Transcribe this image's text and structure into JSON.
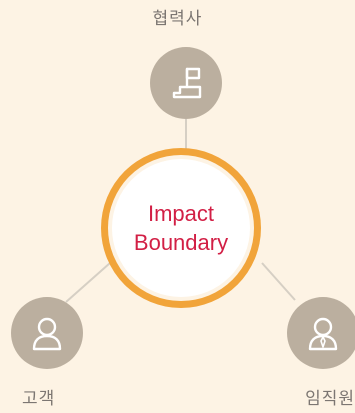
{
  "center": {
    "line1": "Impact",
    "line2": "Boundary"
  },
  "nodes": {
    "top": {
      "label": "협력사",
      "icon": "partner-icon"
    },
    "left": {
      "label": "고객",
      "icon": "customer-icon"
    },
    "right": {
      "label": "임직원",
      "icon": "employee-icon"
    }
  },
  "colors": {
    "background": "#fdf3e4",
    "ring": "#f1a43a",
    "node": "#bbaf9f",
    "center_text": "#d21f45",
    "label_text": "#7c7672",
    "connector": "#d6cfc4"
  }
}
